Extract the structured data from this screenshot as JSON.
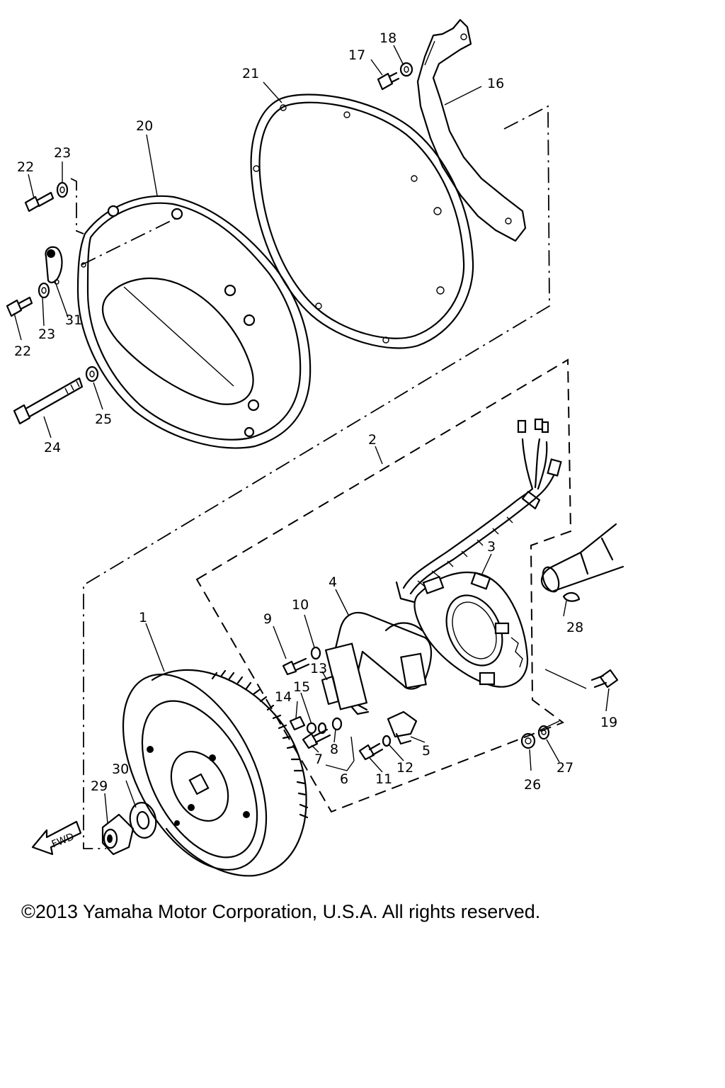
{
  "diagram": {
    "callouts": [
      "1",
      "2",
      "3",
      "4",
      "5",
      "6",
      "7",
      "8",
      "9",
      "10",
      "11",
      "12",
      "13",
      "14",
      "15",
      "16",
      "17",
      "18",
      "19",
      "20",
      "21",
      "22",
      "22",
      "23",
      "23",
      "24",
      "25",
      "26",
      "27",
      "28",
      "29",
      "30",
      "31"
    ],
    "fwd_label": "FWD"
  },
  "footer": {
    "copyright": "©2013 Yamaha Motor Corporation, U.S.A. All rights reserved."
  }
}
